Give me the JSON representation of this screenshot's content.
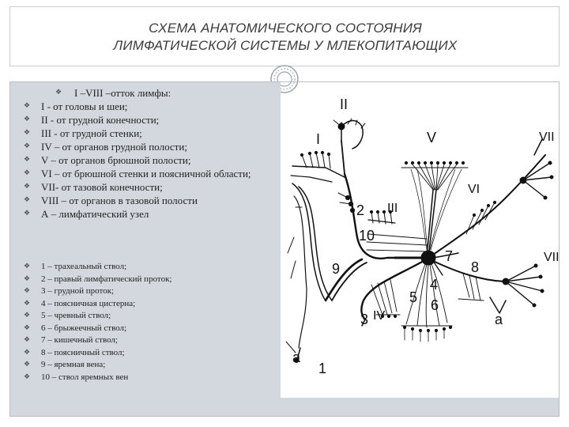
{
  "title": {
    "line1": "СХЕМА АНАТОМИЧЕСКОГО СОСТОЯНИЯ",
    "line2": "ЛИМФАТИЧЕСКОЙ СИСТЕМЫ У МЛЕКОПИТАЮЩИХ"
  },
  "legend_outflow": {
    "heading": "I –VIII –отток лимфы:",
    "items": [
      "I - от головы и шеи;",
      "II - от грудной конечности;",
      "III - от грудной стенки;",
      "IV – от органов грудной полости;",
      "V – от органов брюшной полости;",
      "VI – от брюшной стенки и поясничной области;",
      "VII- от тазовой конечности;",
      "VIII – от органов в тазовой полости",
      "А – лимфатический узел"
    ]
  },
  "legend_trunks": {
    "items": [
      "1 – трахеальный ствол;",
      "2 – правый лимфатический проток;",
      "3 – грудной проток;",
      "4 – поясничная цистерна;",
      "5 – чревный ствол;",
      "6 – брыжеечный ствол;",
      "7 – кишечный ствол;",
      "8 – поясничный ствол;",
      "9 – яремная вена;",
      "10 – ствол яремных вен"
    ]
  },
  "diagram_labels": {
    "II": "II",
    "I": "I",
    "V": "V",
    "VII": "VII",
    "VI": "VI",
    "III": "III",
    "IV": "IV",
    "VIII": "VIII",
    "n1": "1",
    "n2": "2",
    "n3": "3",
    "n5": "5",
    "n6": "6",
    "n4": "4",
    "n7": "7",
    "n8": "8",
    "n9": "9",
    "n10": "10",
    "a_left": "a",
    "a_right": "a"
  }
}
